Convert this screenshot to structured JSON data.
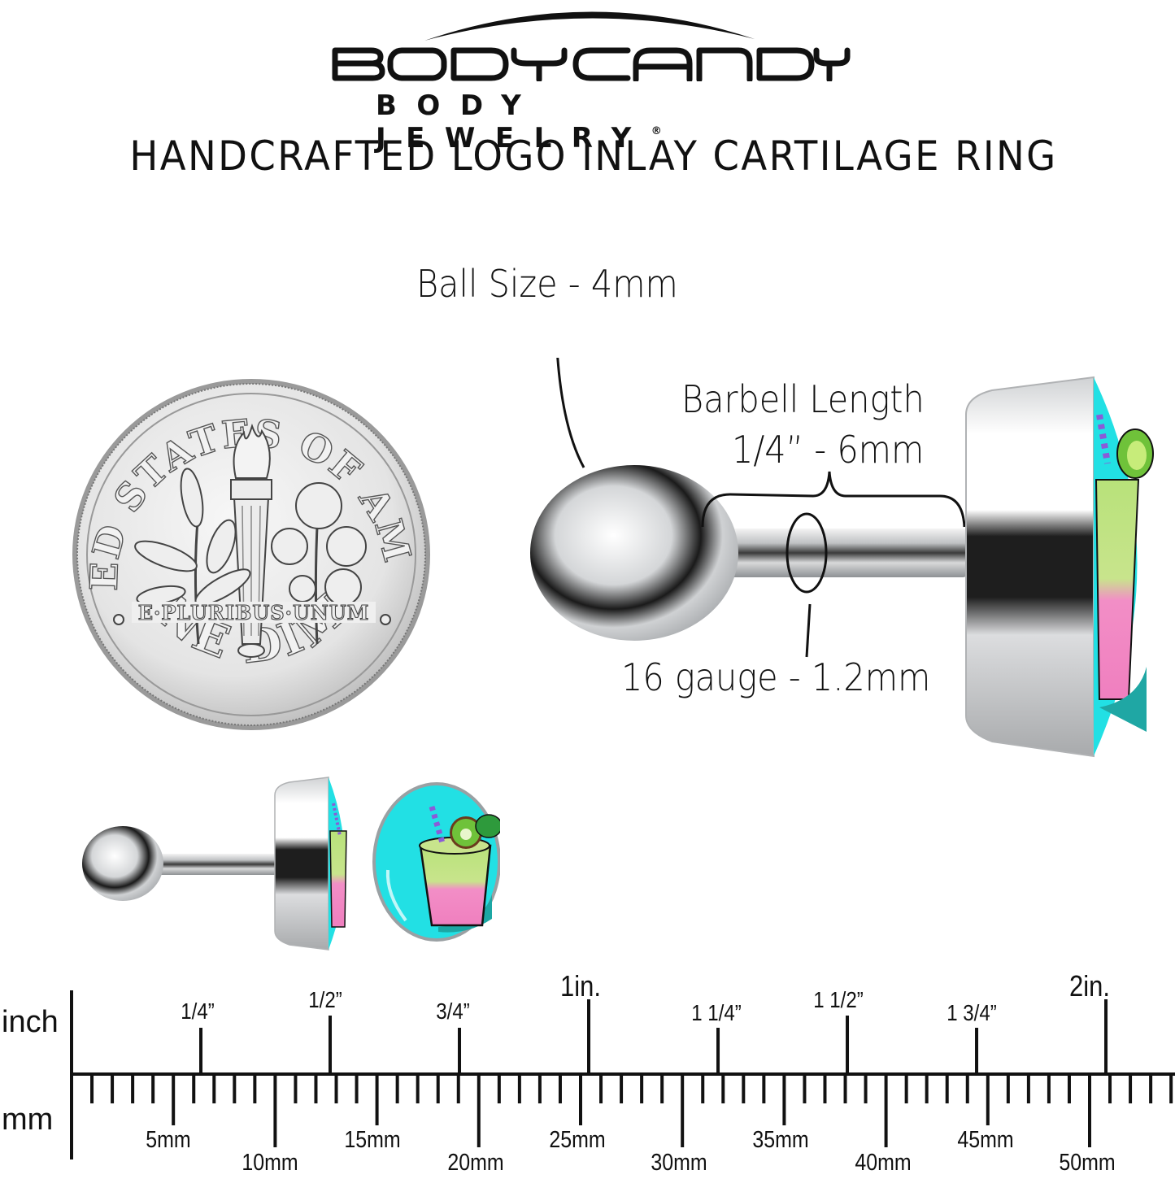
{
  "brand": {
    "name": "BODYCANDY",
    "tagline": "BODY JEWELRY",
    "registered_mark": "®"
  },
  "product": {
    "title": "HANDCRAFTED LOGO INLAY CARTILAGE RING"
  },
  "callouts": {
    "ball_size": "Ball Size - 4mm",
    "barbell_length_label": "Barbell Length",
    "barbell_length_value": "1/4” - 6mm",
    "gauge": "16 gauge - 1.2mm"
  },
  "coin": {
    "name": "One Dime",
    "top_legend": "UNITED STATES OF AMERICA",
    "motto": "E·PLURIBUS·UNUM",
    "bottom_legend": "ONE DIME"
  },
  "images": {
    "large_side_view": "barbell-with-inlay-top-side-view",
    "small_side_view": "barbell-small-side-view",
    "front_view": "smoothie-inlay-front-view"
  },
  "colors": {
    "inlay_background": "#22e0e4",
    "drink_green": "#b8e27a",
    "drink_pink": "#f07fbf",
    "straw_purple": "#8a5bd8",
    "kiwi_green": "#5fb52e",
    "steel": "#c8cacc",
    "ink": "#111111"
  },
  "ruler": {
    "inch_unit_label": "inch",
    "mm_unit_label": "mm",
    "inch_labels": [
      "1/4”",
      "1/2”",
      "3/4”",
      "1in.",
      "1 1/4”",
      "1 1/2”",
      "1 3/4”",
      "2in."
    ],
    "mm_labels": [
      "5mm",
      "10mm",
      "15mm",
      "20mm",
      "25mm",
      "30mm",
      "35mm",
      "40mm",
      "45mm",
      "50mm"
    ]
  }
}
